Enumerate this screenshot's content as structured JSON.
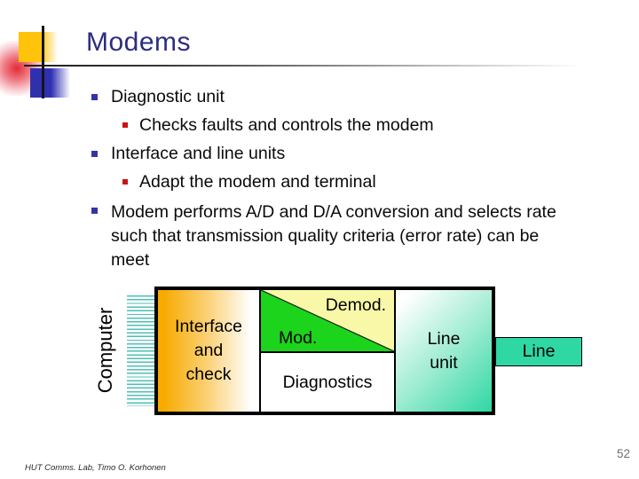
{
  "slide": {
    "title": "Modems",
    "footer": "HUT Comms. Lab, Timo O. Korhonen",
    "page_number": "52"
  },
  "bullets": {
    "items": [
      {
        "level": 1,
        "text": "Diagnostic unit"
      },
      {
        "level": 2,
        "text": "Checks faults and controls the modem"
      },
      {
        "level": 1,
        "text": "Interface and line units"
      },
      {
        "level": 2,
        "text": "Adapt the modem and terminal"
      },
      {
        "level": 1,
        "text": "Modem performs A/D and D/A conversion and selects rate\nsuch that transmission quality criteria (error rate) can be\nmeet"
      }
    ]
  },
  "diagram": {
    "computer_label": "Computer",
    "interface_box_label": "Interface\nand\ncheck",
    "demod_label": "Demod.",
    "mod_label": "Mod.",
    "diagnostics_label": "Diagnostics",
    "line_unit_label": "Line\nunit",
    "line_label": "Line"
  },
  "colors": {
    "title_navy": "#2D2D7E",
    "bullet_level1_blue": "#3333A8",
    "bullet_level2_red": "#C81414",
    "ornament_yellow": "#FFC30B",
    "ornament_blue": "#2F2FB2",
    "ornament_red": "#E31E2D",
    "interface_orange": "#F7AB00",
    "mod_green": "#1BD41B",
    "demod_pale_yellow": "#F8F8A8",
    "line_teal": "#2FD7A3",
    "ribbon_teal": "#4FBFB5"
  }
}
